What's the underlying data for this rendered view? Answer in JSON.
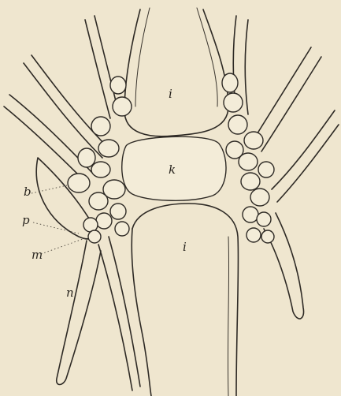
{
  "figure": {
    "labels": {
      "i_upper": "i",
      "k": "k",
      "i_lower": "i",
      "b": "b",
      "p": "p",
      "m": "m",
      "n": "n"
    }
  }
}
